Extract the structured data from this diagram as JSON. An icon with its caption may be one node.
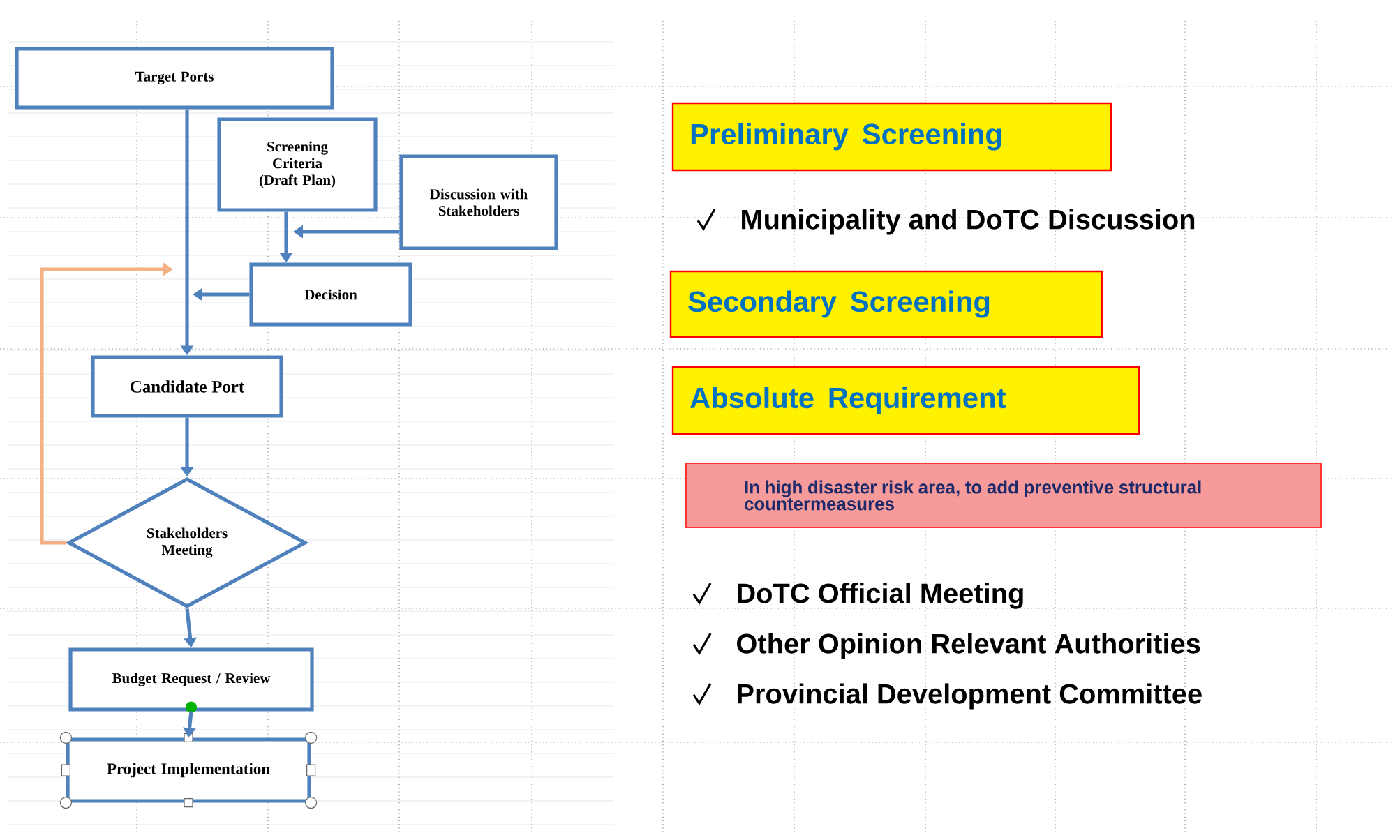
{
  "diagram": {
    "nodes": [
      {
        "text": [
          "Target Ports"
        ]
      },
      {
        "text": [
          "Screening Criteria (Draft Plan)"
        ]
      },
      {
        "text": [
          "Discussion with Stakeholders"
        ]
      },
      {
        "text": [
          "Decision"
        ]
      },
      {
        "text": [
          "Candidate Port"
        ]
      },
      {
        "text": [
          "Stakeholders Meeting"
        ]
      },
      {
        "text": [
          "Budget Request / Review"
        ]
      },
      {
        "text": [
          "Project Implementation"
        ]
      },
      {
        "text": [
          "Preliminary  Screening"
        ]
      },
      {
        "text": [
          "Secondary Screening"
        ]
      },
      {
        "text": [
          "Absolute Requirement"
        ]
      },
      {
        "text": [
          "In high disaster risk area, to add preventive structural countermeasures"
        ]
      }
    ],
    "edges": [
      {
        "from": 0,
        "to": 4,
        "arrow": "to"
      },
      {
        "from": 1,
        "to": 3,
        "arrow": "to"
      },
      {
        "from": 2,
        "to": null,
        "arrow": "to"
      },
      {
        "from": 3,
        "to": null,
        "arrow": "to"
      },
      {
        "from": 4,
        "to": 5,
        "arrow": "to"
      },
      {
        "from": 5,
        "to": null,
        "arrow": "to",
        "color": "#f4b183"
      },
      {
        "from": 5,
        "to": 6,
        "arrow": "to"
      },
      {
        "from": 6,
        "to": 7,
        "arrow": "to"
      }
    ],
    "labels": [
      "Municipality and DoTC Discussion",
      "DoTC Official Meeting",
      "Other Opinion Relevant Authorities",
      "Provincial Development Committee"
    ]
  }
}
